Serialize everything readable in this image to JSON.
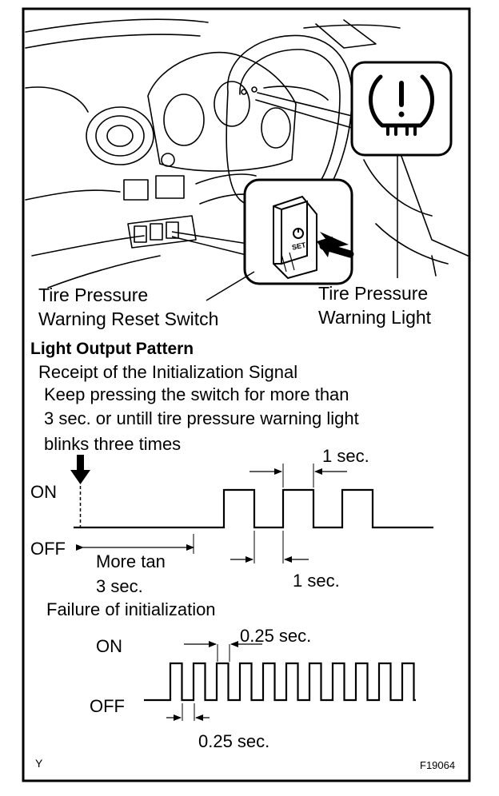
{
  "labels": {
    "reset_switch_line1": "Tire Pressure",
    "reset_switch_line2": "Warning Reset Switch",
    "warning_light_line1": "Tire Pressure",
    "warning_light_line2": "Warning Light",
    "switch_set": "SET"
  },
  "pattern": {
    "heading": "Light Output Pattern",
    "receipt_title": "Receipt of the Initialization Signal",
    "instruction_line1": "Keep pressing the switch for more than",
    "instruction_line2": "3 sec. or untill tire pressure warning light",
    "instruction_line3": "blinks three times",
    "on": "ON",
    "off": "OFF",
    "one_sec_top": "1 sec.",
    "one_sec_bottom": "1 sec.",
    "more_tan_line1": "More tan",
    "more_tan_line2": "3 sec.",
    "failure_title": "Failure of initialization",
    "on2": "ON",
    "off2": "OFF",
    "quarter_sec_top": "0.25 sec.",
    "quarter_sec_bottom": "0.25 sec."
  },
  "footer": {
    "left_code": "Y",
    "figure_id": "F19064"
  },
  "icons": [
    "tire-pressure-warning-icon",
    "reset-switch-icon",
    "press-arrow-icon"
  ]
}
